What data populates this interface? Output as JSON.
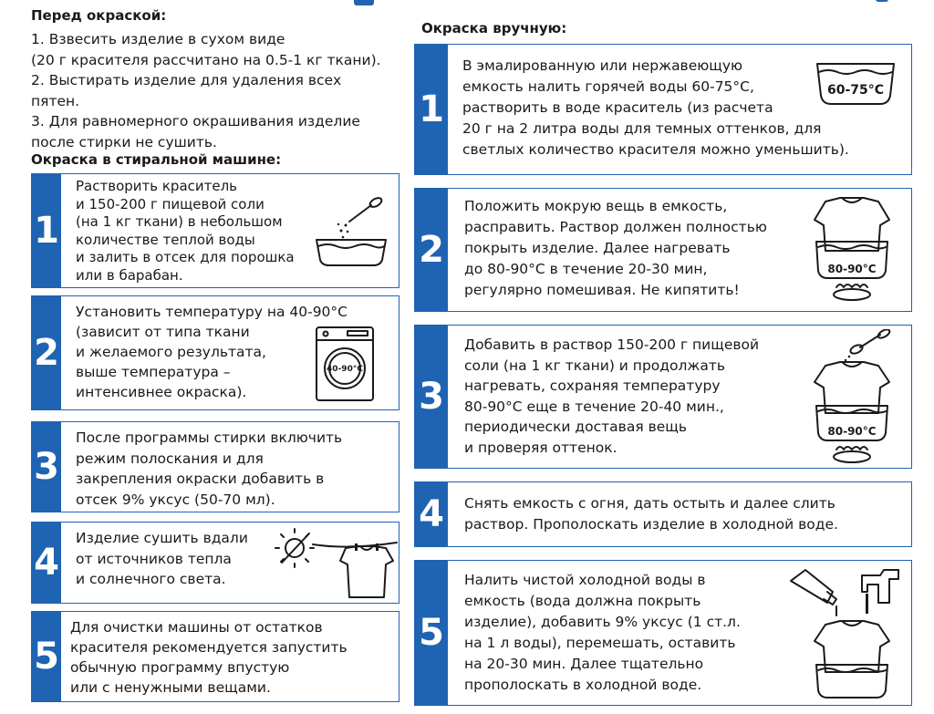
{
  "intro": {
    "title": "Перед окраской:",
    "lines": [
      "1. Взвесить изделие в сухом виде",
      "(20 г красителя рассчитано на 0.5-1 кг ткани).",
      "2. Выстирать изделие для удаления всех",
      "пятен.",
      "3. Для равномерного окрашивания изделие",
      "после стирки не сушить."
    ]
  },
  "machine": {
    "title": "Окраска в стиральной машине:",
    "steps": [
      {
        "number": "1",
        "text": "Растворить краситель\nи 150-200 г пищевой соли\n(на 1 кг ткани) в небольшом\nколичестве теплой воды\nи залить в отсек для порошка\nили в барабан.",
        "icon": "bowl-with-spoon-icon"
      },
      {
        "number": "2",
        "text": "Установить температуру на 40-90°C\n(зависит от типа ткани\nи желаемого результата,\nвыше температура –\nинтенсивнее окраска).",
        "icon": "washing-machine-icon",
        "icon_label": "40-90°C"
      },
      {
        "number": "3",
        "text": "После программы стирки включить\nрежим полоскания и для\nзакрепления окраски добавить в\nотсек 9% уксус (50-70 мл)."
      },
      {
        "number": "4",
        "text": "Изделие сушить вдали\nот источников тепла\nи солнечного света.",
        "icon": "no-sun-drying-icon"
      },
      {
        "number": "5",
        "text": "Для очистки машины от остатков\nкрасителя рекомендуется запустить\nобычную программу впустую\nили с ненужными вещами."
      }
    ]
  },
  "manual": {
    "title": "Окраска вручную:",
    "steps": [
      {
        "number": "1",
        "text": "В эмалированную или нержавеющую\nемкость налить горячей воды 60-75°C,\nрастворить в воде краситель (из расчета\n20 г на 2 литра воды для темных оттенков, для\nсветлых количество красителя можно уменьшить).",
        "icon": "hot-water-bowl-icon",
        "icon_label": "60-75°C"
      },
      {
        "number": "2",
        "text": "Положить мокрую вещь в емкость,\nрасправить. Раствор должен полностью\nпокрыть изделие. Далее нагревать\nдо 80-90°C в течение 20-30 мин,\nрегулярно помешивая. Не кипятить!",
        "icon": "tshirt-in-pot-icon",
        "icon_label": "80-90°C"
      },
      {
        "number": "3",
        "text": "Добавить в раствор 150-200 г пищевой\nсоли (на 1 кг ткани) и продолжать\nнагревать, сохраняя температуру\n80-90°C еще в течение 20-40 мин.,\nпериодически доставая вещь\nи проверяя оттенок.",
        "icon": "salt-tshirt-pot-icon",
        "icon_label": "80-90°C"
      },
      {
        "number": "4",
        "text": "Снять емкость с огня, дать остыть и далее слить\nраствор. Прополоскать изделие в холодной воде."
      },
      {
        "number": "5",
        "text": "Налить чистой холодной воды в\nемкость (вода должна покрыть\nизделие), добавить 9% уксус (1 ст.л.\nна 1 л воды), перемешать, оставить\nна 20-30 мин. Далее тщательно\nпрополоскать в холодной воде.",
        "icon": "vinegar-tap-tshirt-icon"
      }
    ]
  },
  "colors": {
    "accent": "#1f63b3",
    "text": "#1a1a1a",
    "background": "#ffffff"
  }
}
